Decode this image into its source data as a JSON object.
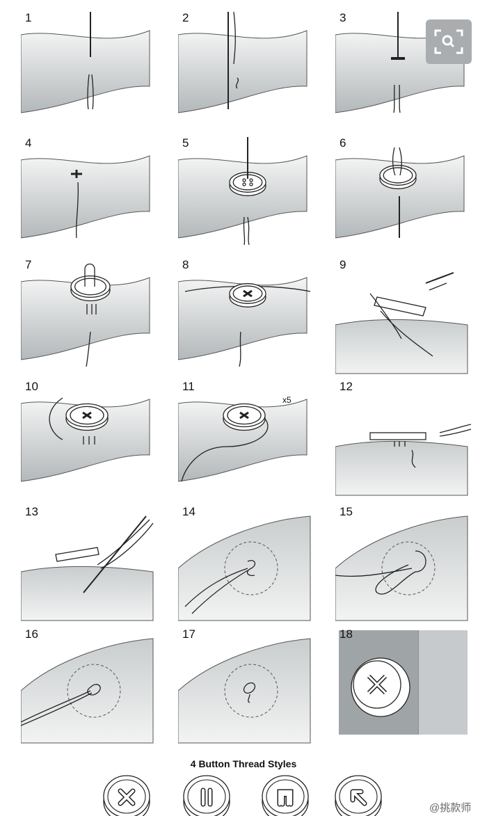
{
  "steps": [
    {
      "label": "1"
    },
    {
      "label": "2"
    },
    {
      "label": "3"
    },
    {
      "label": "4"
    },
    {
      "label": "5"
    },
    {
      "label": "6"
    },
    {
      "label": "7"
    },
    {
      "label": "8"
    },
    {
      "label": "9"
    },
    {
      "label": "10"
    },
    {
      "label": "11",
      "note": "x5"
    },
    {
      "label": "12"
    },
    {
      "label": "13"
    },
    {
      "label": "14"
    },
    {
      "label": "15"
    },
    {
      "label": "16"
    },
    {
      "label": "17"
    },
    {
      "label": "18"
    }
  ],
  "thread_styles": {
    "title": "4 Button Thread Styles",
    "styles": [
      "cross",
      "parallel",
      "square",
      "arrow"
    ]
  },
  "zoom_button_icon": "search-zoom-icon",
  "watermark": "@挑款师",
  "colors": {
    "fabric_light": "#f4f5f5",
    "fabric_dark": "#b3b8ba",
    "line": "#222222",
    "panel18": "#9fa4a6"
  }
}
